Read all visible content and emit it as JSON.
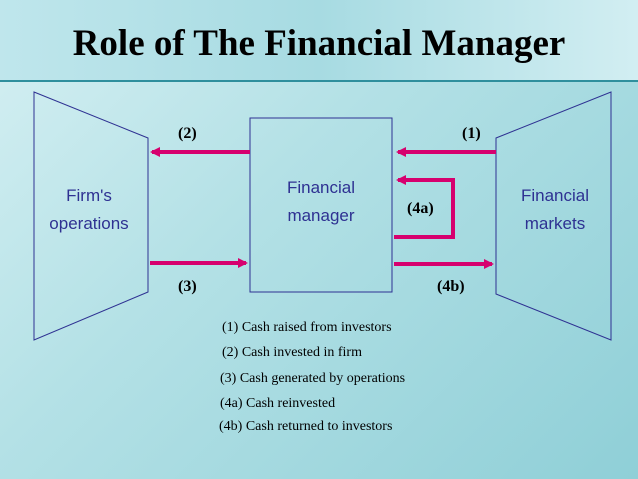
{
  "title": "Role of The Financial Manager",
  "nodes": {
    "left": [
      "Firm's",
      "operations"
    ],
    "center": [
      "Financial",
      "manager"
    ],
    "right": [
      "Financial",
      "markets"
    ]
  },
  "flows": {
    "f1": "(1)",
    "f2": "(2)",
    "f3": "(3)",
    "f4a": "(4a)",
    "f4b": "(4b)"
  },
  "legend": [
    "(1) Cash raised from investors",
    "(2) Cash invested in firm",
    "(3) Cash generated by operations",
    "(4a) Cash reinvested",
    "(4b) Cash returned to investors"
  ],
  "colors": {
    "arrow": "#d6006e",
    "node_text": "#2e3192"
  }
}
